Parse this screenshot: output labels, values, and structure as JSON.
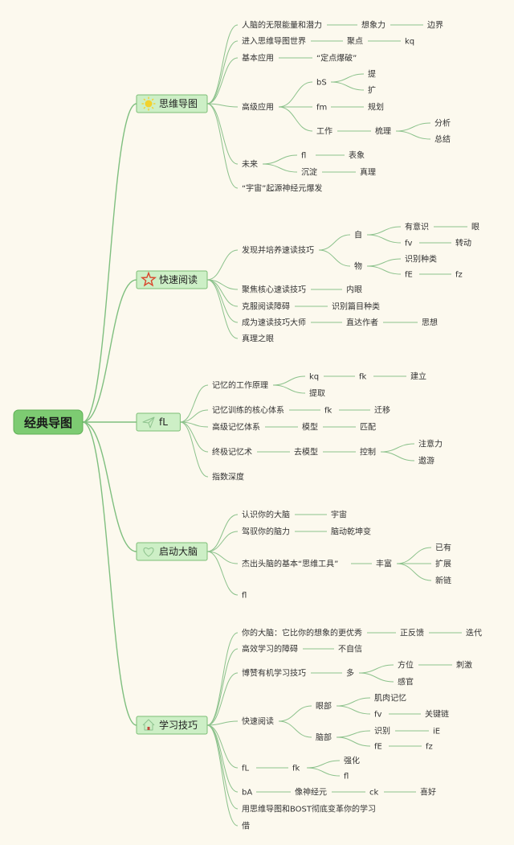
{
  "root": {
    "label": "经典导图"
  },
  "branches": [
    {
      "label": "思维导图",
      "icon": "sun-icon",
      "icon_color": "#F2D22E",
      "children": [
        {
          "label": "人脑的无限能量和潜力",
          "children": [
            {
              "label": "想象力",
              "children": [
                {
                  "label": "边界"
                }
              ]
            }
          ]
        },
        {
          "label": "进入思维导图世界",
          "children": [
            {
              "label": "聚点",
              "children": [
                {
                  "label": "kq"
                }
              ]
            }
          ]
        },
        {
          "label": "基本应用",
          "children": [
            {
              "label": "“定点爆破”"
            }
          ]
        },
        {
          "label": "高级应用",
          "children": [
            {
              "label": "bS",
              "children": [
                {
                  "label": "提"
                },
                {
                  "label": "扩"
                }
              ]
            },
            {
              "label": "fm",
              "children": [
                {
                  "label": "规划"
                }
              ]
            },
            {
              "label": "工作",
              "children": [
                {
                  "label": "梳理",
                  "children": [
                    {
                      "label": "分析"
                    },
                    {
                      "label": "总结"
                    }
                  ]
                }
              ]
            }
          ]
        },
        {
          "label": "未来",
          "children": [
            {
              "label": "fl",
              "children": [
                {
                  "label": "表象"
                }
              ]
            },
            {
              "label": "沉淀",
              "children": [
                {
                  "label": "真理"
                }
              ]
            }
          ]
        },
        {
          "label": "“宇宙”起源神经元爆发"
        }
      ]
    },
    {
      "label": "快速阅读",
      "icon": "star-icon",
      "icon_color": "#D9452B",
      "children": [
        {
          "label": "发现并培养速读技巧",
          "children": [
            {
              "label": "自",
              "children": [
                {
                  "label": "有意识",
                  "children": [
                    {
                      "label": "眼"
                    }
                  ]
                },
                {
                  "label": "fv",
                  "children": [
                    {
                      "label": "转动"
                    }
                  ]
                }
              ]
            },
            {
              "label": "物",
              "children": [
                {
                  "label": "识别种类"
                },
                {
                  "label": "fE",
                  "children": [
                    {
                      "label": "fz"
                    }
                  ]
                }
              ]
            }
          ]
        },
        {
          "label": "聚焦核心速读技巧",
          "children": [
            {
              "label": "内眼"
            }
          ]
        },
        {
          "label": "克服阅读障碍",
          "children": [
            {
              "label": "识别篇目种类"
            }
          ]
        },
        {
          "label": "成为速读技巧大师",
          "children": [
            {
              "label": "直达作者",
              "children": [
                {
                  "label": "思想"
                }
              ]
            }
          ]
        },
        {
          "label": "真理之眼"
        }
      ]
    },
    {
      "label": "fL",
      "icon": "paper-plane-icon",
      "icon_color": "#3E8FD0",
      "children": [
        {
          "label": "记忆的工作原理",
          "children": [
            {
              "label": "kq",
              "children": [
                {
                  "label": "fk",
                  "children": [
                    {
                      "label": "建立"
                    }
                  ]
                }
              ]
            },
            {
              "label": "提取"
            }
          ]
        },
        {
          "label": "记忆训练的核心体系",
          "children": [
            {
              "label": "fk",
              "children": [
                {
                  "label": "迁移"
                }
              ]
            }
          ]
        },
        {
          "label": "高级记忆体系",
          "children": [
            {
              "label": "模型",
              "children": [
                {
                  "label": "匹配"
                }
              ]
            }
          ]
        },
        {
          "label": "终极记忆术",
          "children": [
            {
              "label": "去模型",
              "children": [
                {
                  "label": "控制",
                  "children": [
                    {
                      "label": "注意力"
                    },
                    {
                      "label": "遨游"
                    }
                  ]
                }
              ]
            }
          ]
        },
        {
          "label": "指数深度"
        }
      ]
    },
    {
      "label": "启动大脑",
      "icon": "heart-icon",
      "icon_color": "#C2453A",
      "children": [
        {
          "label": "认识你的大脑",
          "children": [
            {
              "label": "宇宙"
            }
          ]
        },
        {
          "label": "驾驭你的脑力",
          "children": [
            {
              "label": "脑动乾坤变"
            }
          ]
        },
        {
          "label": "杰出头脑的基本“思维工具”",
          "children": [
            {
              "label": "丰富",
              "children": [
                {
                  "label": "已有"
                },
                {
                  "label": "扩展"
                },
                {
                  "label": "新链"
                }
              ]
            }
          ]
        },
        {
          "label": "fl"
        }
      ]
    },
    {
      "label": "学习技巧",
      "icon": "home-icon",
      "icon_color": "#C2453A",
      "children": [
        {
          "label": "你的大脑：它比你的想象的更优秀",
          "children": [
            {
              "label": "正反馈",
              "children": [
                {
                  "label": "迭代"
                }
              ]
            }
          ]
        },
        {
          "label": "高效学习的障碍",
          "children": [
            {
              "label": "不自信"
            }
          ]
        },
        {
          "label": "博赞有机学习技巧",
          "children": [
            {
              "label": "多",
              "children": [
                {
                  "label": "方位",
                  "children": [
                    {
                      "label": "刺激"
                    }
                  ]
                },
                {
                  "label": "感官"
                }
              ]
            }
          ]
        },
        {
          "label": "快速阅读",
          "children": [
            {
              "label": "眼部",
              "children": [
                {
                  "label": "肌肉记忆"
                },
                {
                  "label": "fv",
                  "children": [
                    {
                      "label": "关键链"
                    }
                  ]
                }
              ]
            },
            {
              "label": "脑部",
              "children": [
                {
                  "label": "识别",
                  "children": [
                    {
                      "label": "iE"
                    }
                  ]
                },
                {
                  "label": "fE",
                  "children": [
                    {
                      "label": "fz"
                    }
                  ]
                }
              ]
            }
          ]
        },
        {
          "label": "fL",
          "children": [
            {
              "label": "fk",
              "children": [
                {
                  "label": "强化"
                },
                {
                  "label": "fl"
                }
              ]
            }
          ]
        },
        {
          "label": "bA",
          "children": [
            {
              "label": "像神经元",
              "children": [
                {
                  "label": "ck",
                  "children": [
                    {
                      "label": "喜好"
                    }
                  ]
                }
              ]
            }
          ]
        },
        {
          "label": "用思维导图和BOST彻底变革你的学习"
        },
        {
          "label": "借"
        }
      ]
    }
  ]
}
